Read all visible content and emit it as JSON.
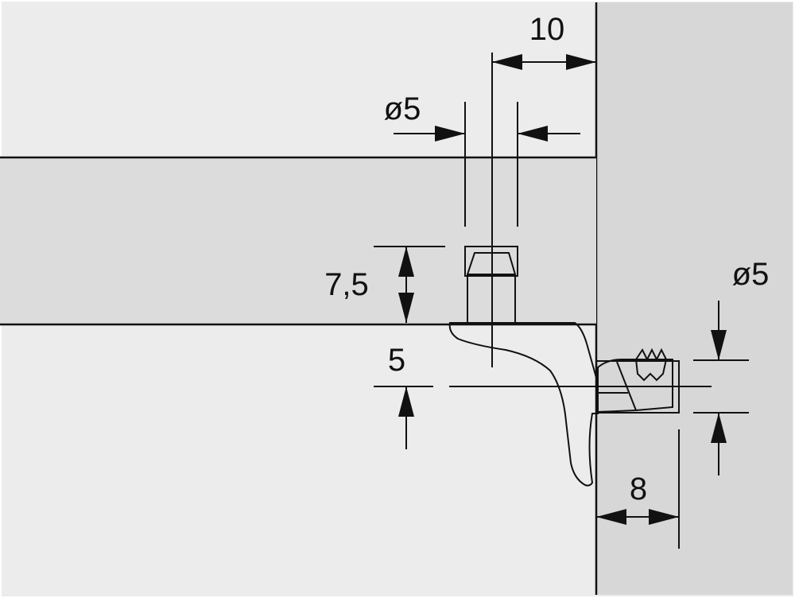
{
  "colors": {
    "background": "#ececec",
    "side_panel": "#d7d7d7",
    "shelf": "#dcdcdc",
    "support": "#a6a6a6",
    "line": "#111111"
  },
  "dimensions": {
    "offset_10": "10",
    "pin_diameter_top": "ø5",
    "pin_height": "7,5",
    "offset_5": "5",
    "pin_diameter_side": "ø5",
    "pin_length": "8"
  }
}
